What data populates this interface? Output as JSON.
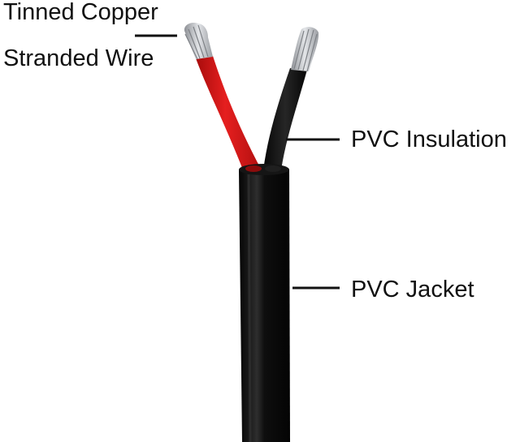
{
  "labels": {
    "conductor_line1": "Tinned Copper",
    "conductor_line2": "Stranded Wire",
    "insulation": "PVC Insulation",
    "jacket": "PVC Jacket"
  },
  "colors": {
    "background": "#ffffff",
    "jacket": "#0b0b0b",
    "red_insulation": "#d11414",
    "black_insulation": "#111111",
    "tinned_copper": "#c9ccd0",
    "leader_line": "#111111"
  },
  "icons": {
    "conductor": "tinned-copper-strands",
    "cable": "two-core-pvc-cable"
  }
}
